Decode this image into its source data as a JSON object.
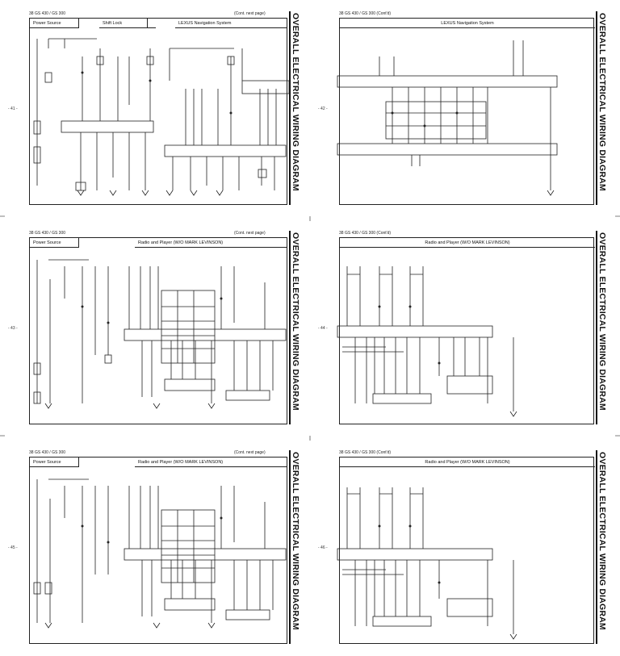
{
  "pages": [
    {
      "id": "p1",
      "header_left": "38  GS 430 / GS 300",
      "header_right": "(Cont. next page)",
      "title": "OVERALL ELECTRICAL WIRING DIAGRAM",
      "sections": [
        "Power Source",
        "Shift Lock",
        "LEXUS Navigation System"
      ],
      "side_number": "- 41 -"
    },
    {
      "id": "p2",
      "header_left": "38  GS 430 / GS 300 (Cont'd)",
      "header_right": "",
      "title": "OVERALL ELECTRICAL WIRING DIAGRAM",
      "sections": [
        "LEXUS Navigation System"
      ],
      "side_number": "- 42 -"
    },
    {
      "id": "p3",
      "header_left": "38  GS 430 / GS 300",
      "header_right": "(Cont. next page)",
      "title": "OVERALL ELECTRICAL WIRING DIAGRAM",
      "sections": [
        "Power Source",
        "Radio and Player (W/O MARK LEVINSON)"
      ],
      "side_number": "- 43 -"
    },
    {
      "id": "p4",
      "header_left": "38  GS 430 / GS 300 (Cont'd)",
      "header_right": "",
      "title": "OVERALL ELECTRICAL WIRING DIAGRAM",
      "sections": [
        "Radio and Player (W/O MARK LEVINSON)"
      ],
      "side_number": "- 44 -"
    },
    {
      "id": "p5",
      "header_left": "38  GS 430 / GS 300",
      "header_right": "(Cont. next page)",
      "title": "OVERALL ELECTRICAL WIRING DIAGRAM",
      "sections": [
        "Power Source",
        "Radio and Player (W/O MARK LEVINSON)"
      ],
      "side_number": "- 45 -"
    },
    {
      "id": "p6",
      "header_left": "38  GS 430 / GS 300 (Cont'd)",
      "header_right": "",
      "title": "OVERALL ELECTRICAL WIRING DIAGRAM",
      "sections": [
        "Radio and Player (W/O MARK LEVINSON)"
      ],
      "side_number": "- 46 -"
    }
  ]
}
